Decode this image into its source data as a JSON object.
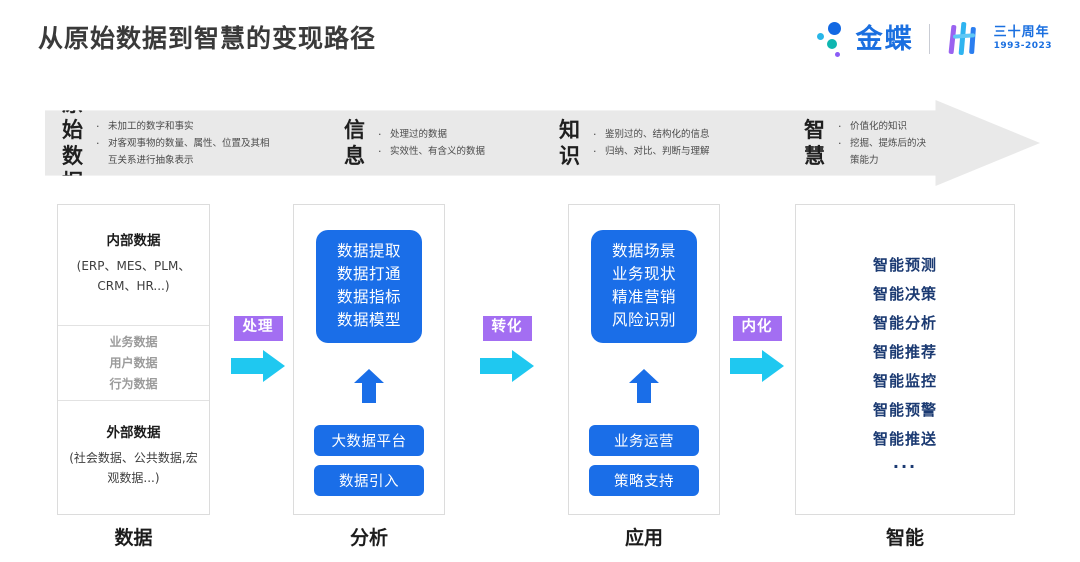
{
  "header": {
    "title": "从原始数据到智慧的变现路径",
    "brand": {
      "name": "金蝶",
      "anniversary_cn": "三十周年",
      "anniversary_years": "1993-2023"
    }
  },
  "banner": {
    "stages": [
      {
        "label": "原始\n数据",
        "label_line1": "原始",
        "label_line2": "数据",
        "bullets": [
          "未加工的数字和事实",
          "对客观事物的数量、属性、位置及其相互关系进行抽象表示"
        ]
      },
      {
        "label_line1": "信",
        "label_line2": "息",
        "bullets": [
          "处理过的数据",
          "实效性、有含义的数据"
        ]
      },
      {
        "label_line1": "知",
        "label_line2": "识",
        "bullets": [
          "鉴别过的、结构化的信息",
          "归纳、对比、判断与理解"
        ]
      },
      {
        "label_line1": "智",
        "label_line2": "慧",
        "bullets": [
          "价值化的知识",
          "挖掘、提炼后的决策能力"
        ]
      }
    ],
    "bullet_glyph": "·"
  },
  "columns": {
    "data": {
      "footer": "数据",
      "internal_title": "内部数据",
      "internal_sub": "(ERP、MES、PLM、CRM、HR...)",
      "middle_items": [
        "业务数据",
        "用户数据",
        "行为数据"
      ],
      "external_title": "外部数据",
      "external_sub": "(社会数据、公共数据,宏观数据...)"
    },
    "analysis": {
      "footer": "分析",
      "main_box_lines": [
        "数据提取",
        "数据打通",
        "数据指标",
        "数据模型"
      ],
      "buttons": [
        "大数据平台",
        "数据引入"
      ]
    },
    "application": {
      "footer": "应用",
      "main_box_lines": [
        "数据场景",
        "业务现状",
        "精准营销",
        "风险识别"
      ],
      "buttons": [
        "业务运营",
        "策略支持"
      ]
    },
    "intelligence": {
      "footer": "智能",
      "items": [
        "智能预测",
        "智能决策",
        "智能分析",
        "智能推荐",
        "智能监控",
        "智能预警",
        "智能推送"
      ],
      "ellipsis": "···"
    }
  },
  "connectors": [
    {
      "label": "处理"
    },
    {
      "label": "转化"
    },
    {
      "label": "内化"
    }
  ],
  "colors": {
    "accent_blue": "#1a6ee8",
    "badge_purple": "#a36ef2",
    "arrow_cyan": "#1fc8f0",
    "banner_gray": "#e9e9e9",
    "navy_text": "#1b3a72",
    "brand_blue": "#1a6fe0"
  }
}
